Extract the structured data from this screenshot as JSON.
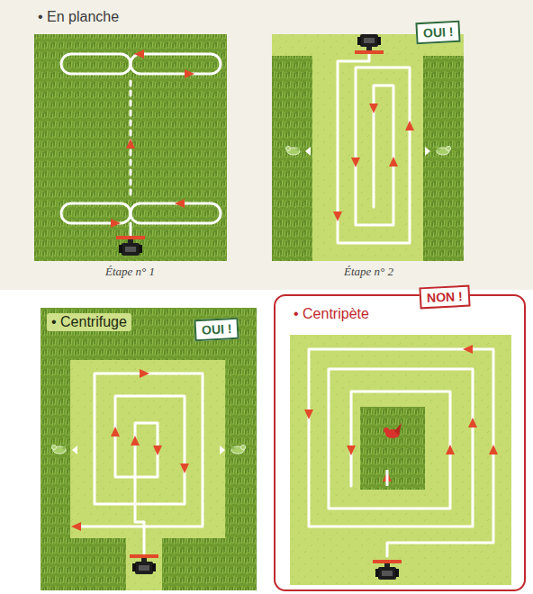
{
  "diagram": {
    "nodes": [
      {
        "text": [
          "OUI !"
        ]
      },
      {
        "text": [
          "OUI !"
        ]
      },
      {
        "text": [
          "NON !"
        ]
      }
    ],
    "labels": [
      "• En planche",
      "Étape n° 1",
      "Étape n° 2",
      "• Centrifuge",
      "• Centripète"
    ]
  }
}
